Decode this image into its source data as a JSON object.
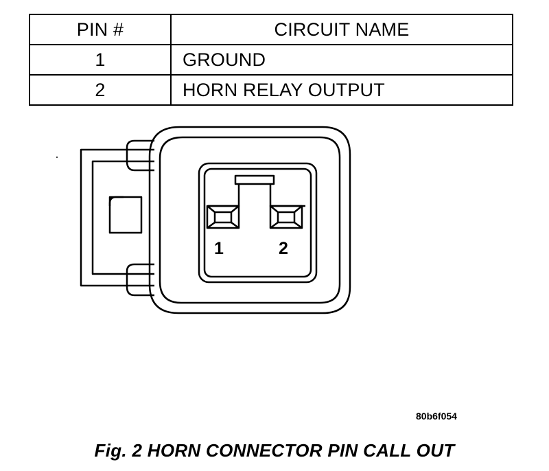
{
  "table": {
    "headers": [
      "PIN #",
      "CIRCUIT NAME"
    ],
    "rows": [
      {
        "pin": "1",
        "circuit": "GROUND"
      },
      {
        "pin": "2",
        "circuit": "HORN RELAY OUTPUT"
      }
    ]
  },
  "diagram": {
    "pin_labels": [
      "1",
      "2"
    ]
  },
  "reference_code": "80b6f054",
  "caption": "Fig. 2 HORN CONNECTOR PIN CALL OUT"
}
